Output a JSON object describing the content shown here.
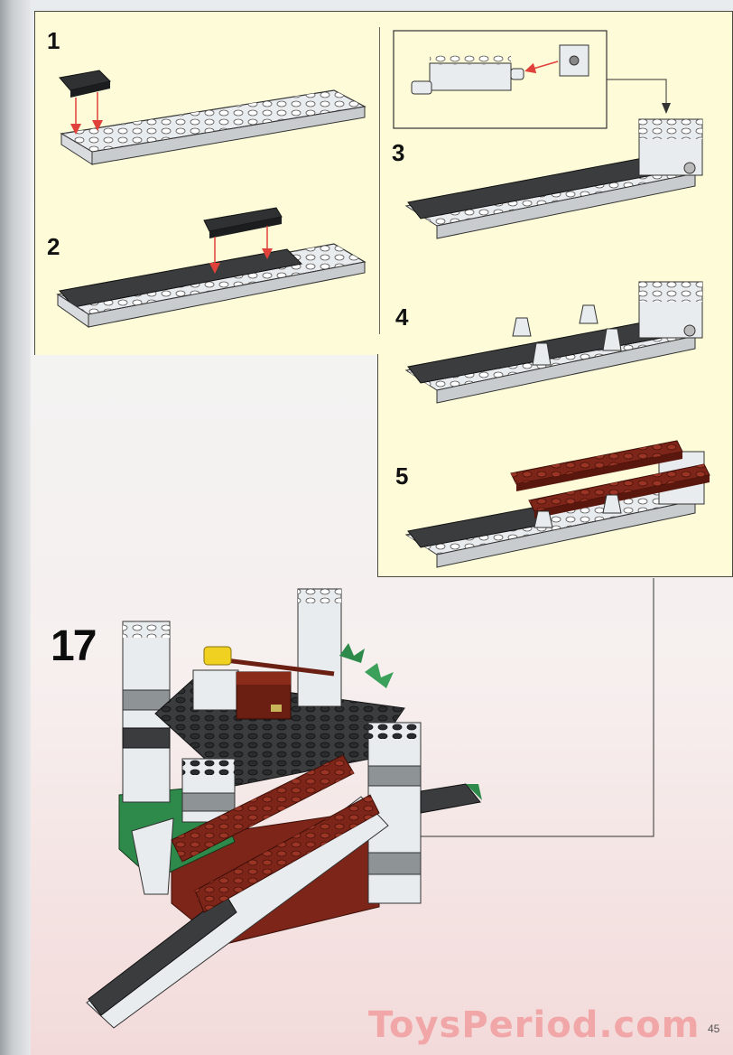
{
  "instruction": {
    "substeps": [
      {
        "number": "1"
      },
      {
        "number": "2"
      },
      {
        "number": "3"
      },
      {
        "number": "4"
      },
      {
        "number": "5"
      }
    ],
    "main_step": "17"
  },
  "footer": {
    "watermark": "ToysPeriod.com",
    "page_number": "45"
  },
  "colors": {
    "panel_bg": "#fdfbd8",
    "arrow_red": "#e0413a",
    "brick_white": "#e9ecee",
    "brick_dark": "#3a3c3e",
    "brick_grey": "#8e9396",
    "brick_red": "#7e2519",
    "brick_green": "#2e8a4a"
  }
}
